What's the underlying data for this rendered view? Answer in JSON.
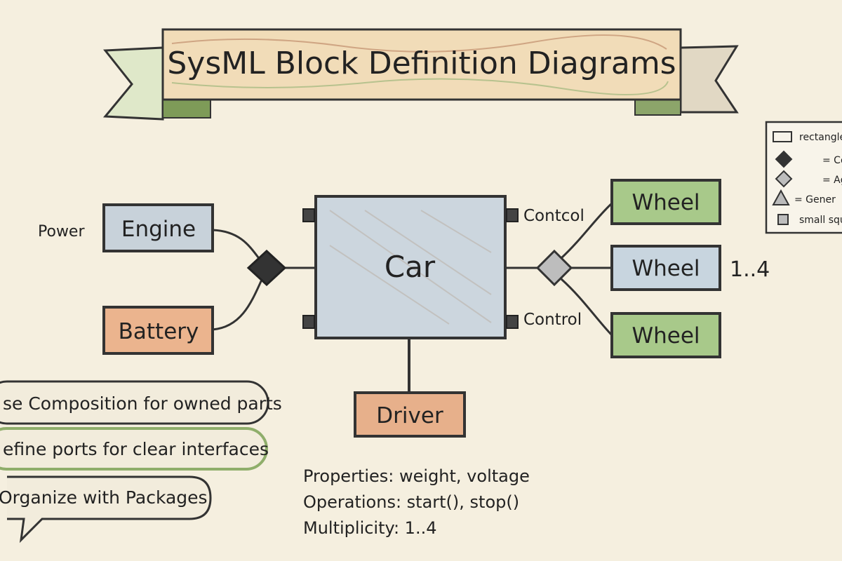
{
  "title": "SysML Block Definition Diagrams",
  "blocks": {
    "car": "Car",
    "engine": "Engine",
    "battery": "Battery",
    "driver": "Driver",
    "wheel_top": "Wheel",
    "wheel_mid": "Wheel",
    "wheel_bottom": "Wheel"
  },
  "labels": {
    "power": "Power",
    "port_top": "Contcol",
    "port_bottom": "Control",
    "multiplicity": "1..4"
  },
  "legend": {
    "rectangle": "rectangle",
    "composition": "= Co",
    "aggregation": "= Ag",
    "generalization": "= Gener",
    "small_square": "small squ"
  },
  "tips": [
    "se Composition for owned parts",
    "efine ports for clear interfaces",
    "Organize with Packages"
  ],
  "notes": {
    "properties": "Properties: weight, voltage",
    "operations": "Operations: start(), stop()",
    "multiplicity": "Multiplicity: 1..4"
  },
  "colors": {
    "paper": "#f5efdf",
    "ink": "#222222",
    "blue_fill": "#c9d3dc",
    "orange_fill": "#e9b48c",
    "green_fill": "#a9c98c",
    "banner_fill": "#f1dcb8",
    "tip_outline": "#8fae6b"
  }
}
